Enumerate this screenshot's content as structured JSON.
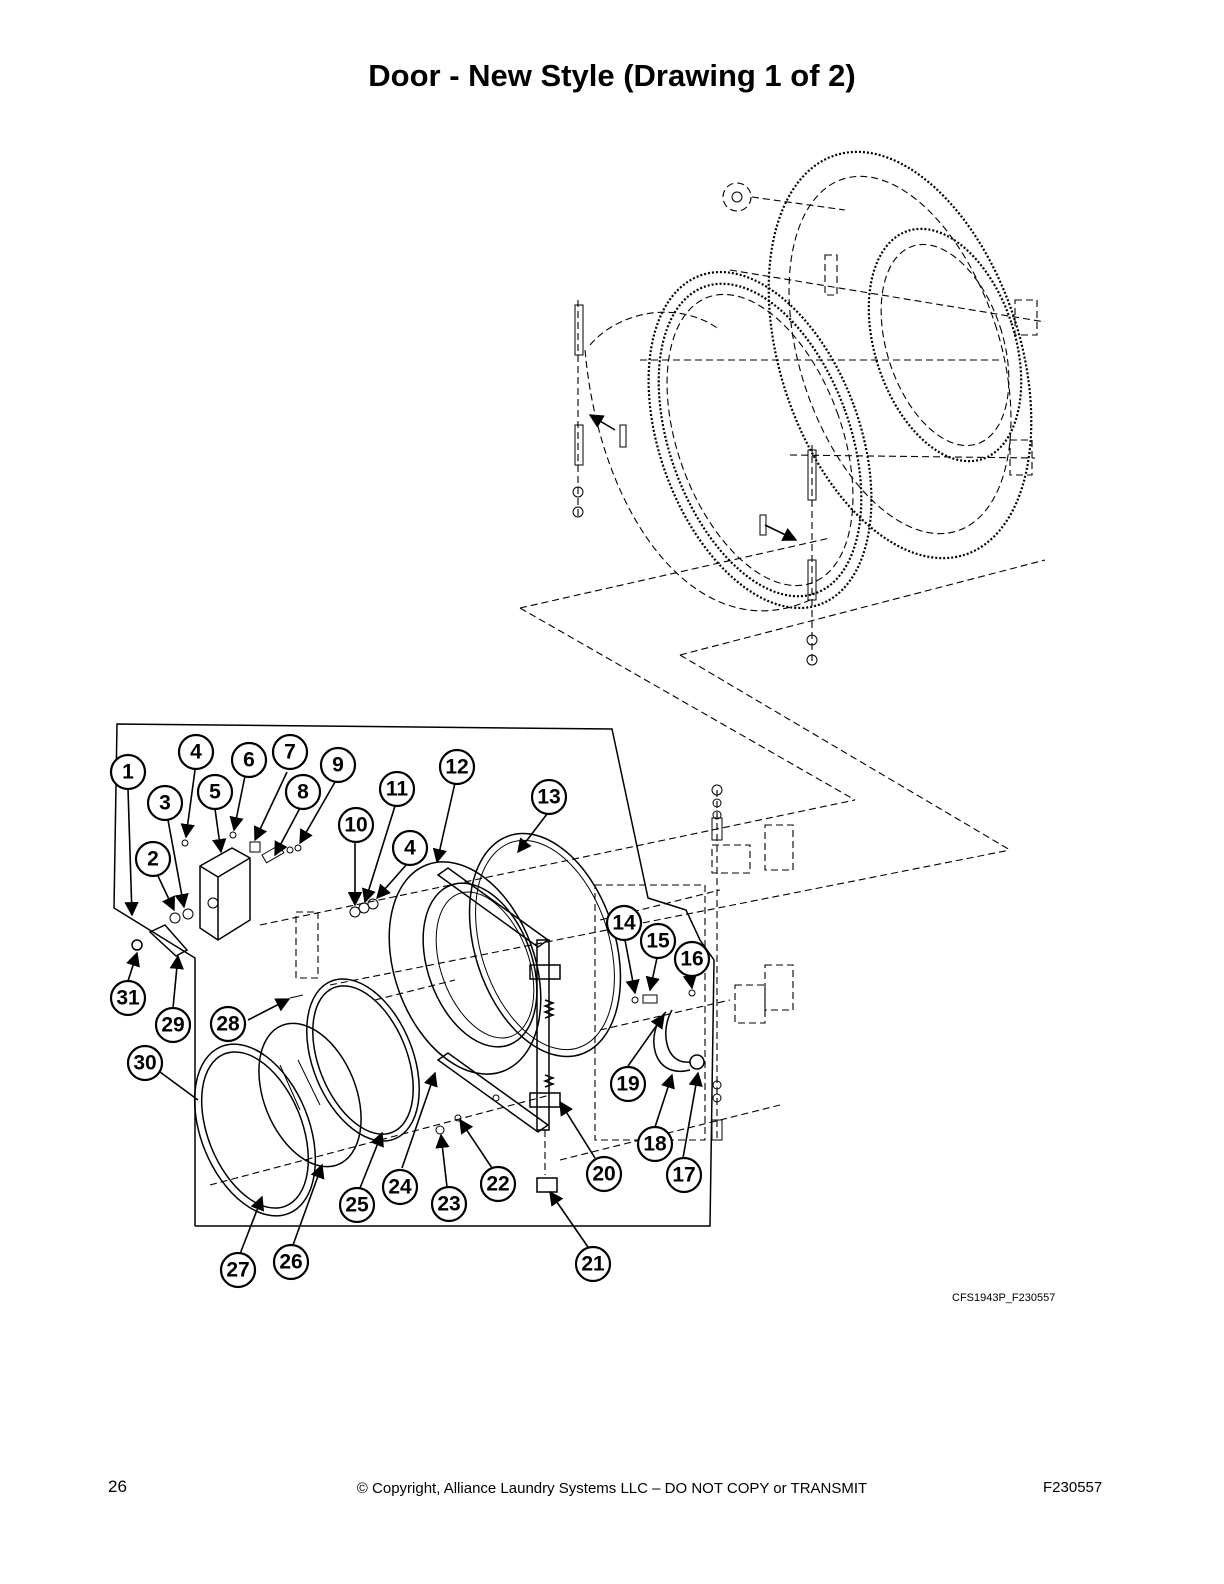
{
  "title": "Door - New Style (Drawing 1 of 2)",
  "drawing_code": "CFS1943P_F230557",
  "footer": {
    "page_number": "26",
    "copyright": "© Copyright, Alliance Laundry Systems LLC – DO NOT COPY or TRANSMIT",
    "doc_number": "F230557"
  },
  "callouts": [
    "1",
    "2",
    "3",
    "4",
    "5",
    "6",
    "7",
    "8",
    "9",
    "10",
    "11",
    "4",
    "12",
    "13",
    "14",
    "15",
    "16",
    "17",
    "18",
    "19",
    "20",
    "21",
    "22",
    "23",
    "24",
    "25",
    "26",
    "27",
    "28",
    "29",
    "30",
    "31"
  ]
}
